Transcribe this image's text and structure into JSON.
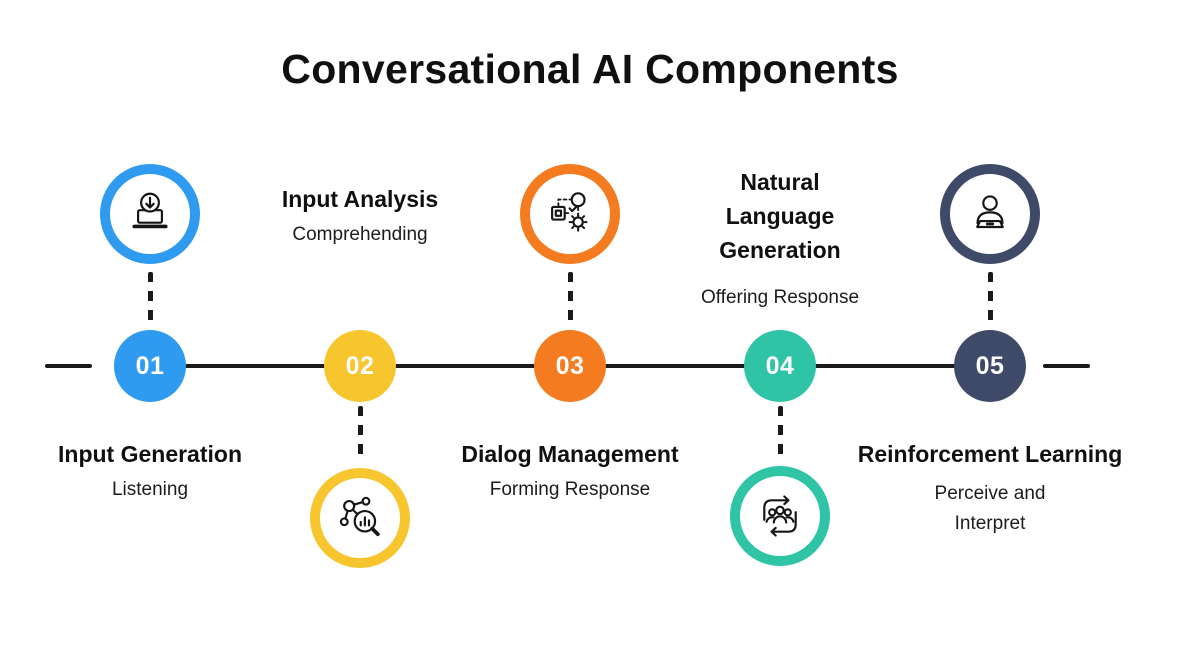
{
  "title": "Conversational AI Components",
  "line_color": "#1a1a1a",
  "background": "#ffffff",
  "steps": [
    {
      "number": "01",
      "title": "Input Generation",
      "subtitle": "Listening",
      "color": "#2E9BF0",
      "icon": "inbox-download-icon",
      "icon_position": "top"
    },
    {
      "number": "02",
      "title": "Input Analysis",
      "subtitle": "Comprehending",
      "color": "#F7C52D",
      "icon": "data-analysis-icon",
      "icon_position": "bottom"
    },
    {
      "number": "03",
      "title": "Dialog Management",
      "subtitle": "Forming Response",
      "color": "#F47B20",
      "icon": "workflow-gear-icon",
      "icon_position": "top"
    },
    {
      "number": "04",
      "title": "Natural Language Generation",
      "subtitle": "Offering Response",
      "color": "#2EC4A5",
      "icon": "team-cycle-icon",
      "icon_position": "bottom"
    },
    {
      "number": "05",
      "title": "Reinforcement Learning",
      "subtitle": "Perceive and Interpret",
      "color": "#3E4A68",
      "icon": "person-laptop-icon",
      "icon_position": "top"
    }
  ]
}
